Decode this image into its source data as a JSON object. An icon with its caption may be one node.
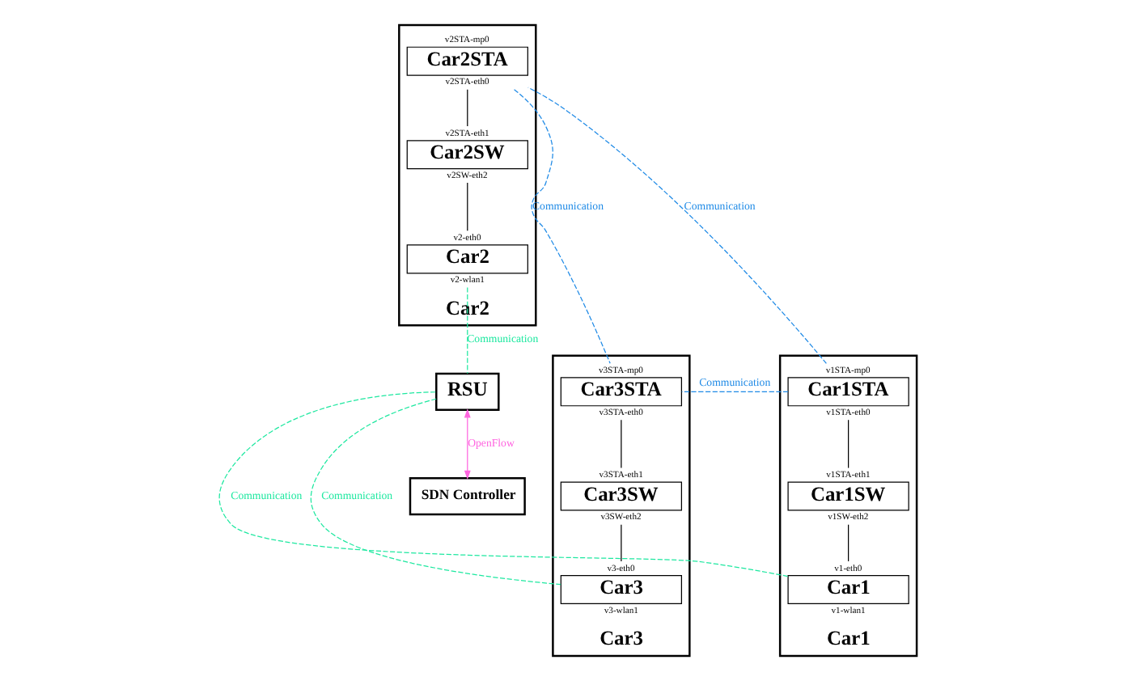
{
  "diagram": {
    "nodes": [
      {
        "text": [
          "Car2"
        ]
      },
      {
        "text": [
          "Car2STA"
        ],
        "in": 0,
        "beside": [
          "v2STA-mp0",
          "v2STA-eth0"
        ]
      },
      {
        "text": [
          "Car2SW"
        ],
        "in": 0,
        "beside": [
          "v2STA-eth1",
          "v2SW-eth2"
        ]
      },
      {
        "text": [
          "Car2"
        ],
        "in": 0,
        "beside": [
          "v2-eth0",
          "v2-wlan1"
        ]
      },
      {
        "text": [
          "Car1"
        ]
      },
      {
        "text": [
          "Car1STA"
        ],
        "in": 4,
        "beside": [
          "v1STA-mp0",
          "v1STA-eth0"
        ]
      },
      {
        "text": [
          "Car1SW"
        ],
        "in": 4,
        "beside": [
          "v1STA-eth1",
          "v1SW-eth2"
        ]
      },
      {
        "text": [
          "Car1"
        ],
        "in": 4,
        "beside": [
          "v1-eth0",
          "v1-wlan1"
        ]
      },
      {
        "text": [
          "Car3"
        ]
      },
      {
        "text": [
          "Car3STA"
        ],
        "in": 8,
        "beside": [
          "v3STA-mp0",
          "v3STA-eth0"
        ]
      },
      {
        "text": [
          "Car3SW"
        ],
        "in": 8,
        "beside": [
          "v3STA-eth1",
          "v3SW-eth2"
        ]
      },
      {
        "text": [
          "Car3"
        ],
        "in": 8,
        "beside": [
          "v3-eth0",
          "v3-wlan1"
        ]
      },
      {
        "text": [
          "RSU"
        ]
      },
      {
        "text": [
          "SDN Controller"
        ]
      }
    ],
    "edges": [
      {
        "from": 1,
        "to": 2,
        "arrow": "none"
      },
      {
        "from": 2,
        "to": 3,
        "arrow": "none"
      },
      {
        "from": 5,
        "to": 6,
        "arrow": "none"
      },
      {
        "from": 6,
        "to": 7,
        "arrow": "none"
      },
      {
        "from": 9,
        "to": 10,
        "arrow": "none"
      },
      {
        "from": 10,
        "to": 11,
        "arrow": "none"
      },
      {
        "from": 5,
        "to": 1,
        "arrow": "none",
        "label": "Communication",
        "style": "dashed",
        "color": "#1f8ae6"
      },
      {
        "from": 1,
        "to": 9,
        "arrow": "none",
        "label": "Communication",
        "style": "dashed",
        "color": "#1f8ae6"
      },
      {
        "from": 5,
        "to": 9,
        "arrow": "none",
        "label": "Communication",
        "style": "dashed",
        "color": "#1f8ae6"
      },
      {
        "from": 3,
        "to": 12,
        "arrow": "none",
        "label": "Communication",
        "style": "dashed",
        "color": "#1ee8a0"
      },
      {
        "from": 7,
        "to": 12,
        "arrow": "none",
        "label": "Communication",
        "style": "dashed",
        "color": "#1ee8a0"
      },
      {
        "from": 12,
        "to": 11,
        "arrow": "none",
        "label": "Communication",
        "style": "dashed",
        "color": "#1ee8a0"
      },
      {
        "from": 12,
        "to": 13,
        "arrow": "both",
        "label": "OpenFlow",
        "color": "#ff66e0"
      }
    ]
  }
}
